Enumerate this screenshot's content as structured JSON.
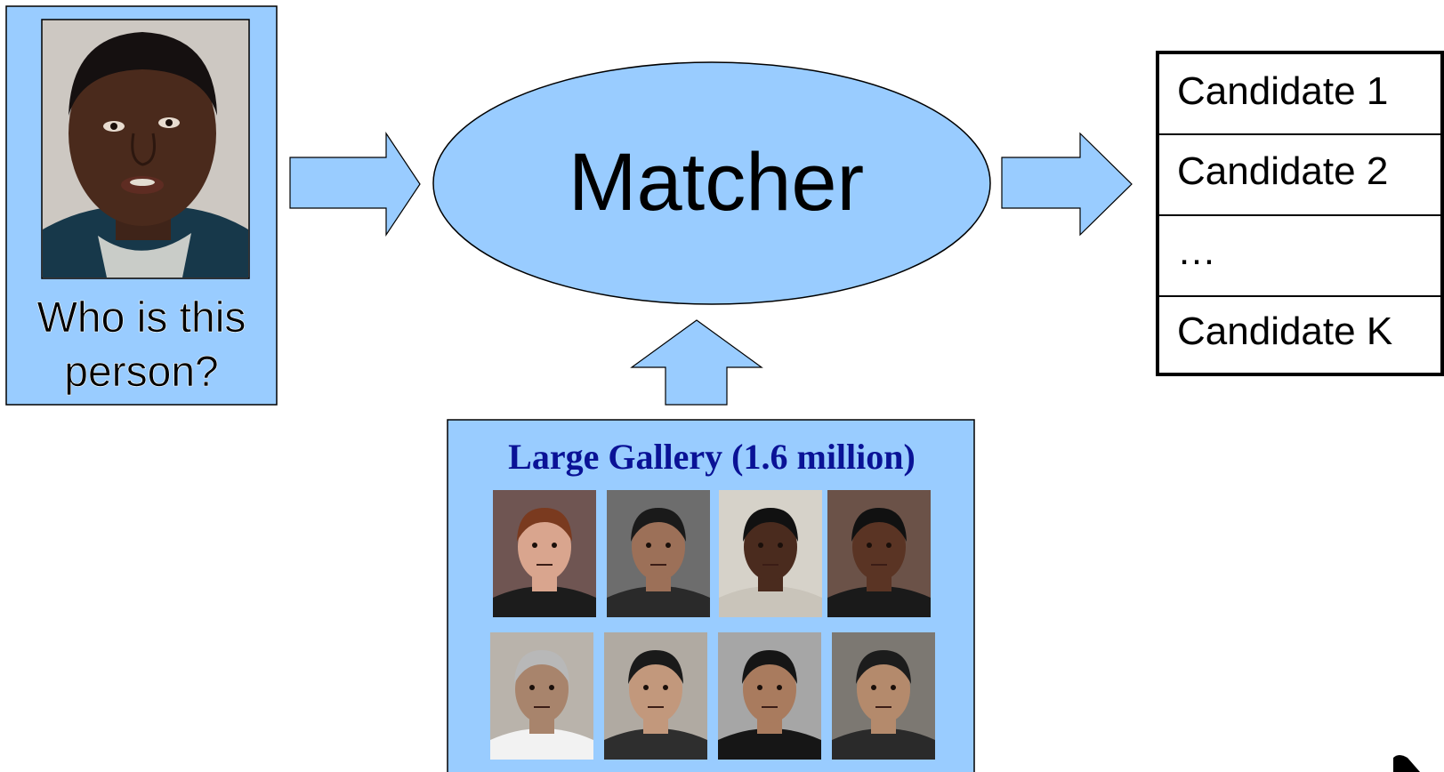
{
  "colors": {
    "box_fill": "#99ccff",
    "outline": "#000000",
    "gallery_title": "#0a1296",
    "background": "#ffffff"
  },
  "probe": {
    "caption_line1": "Who is this",
    "caption_line2": "person?",
    "photo_icon": "face-photo-icon"
  },
  "matcher": {
    "label": "Matcher"
  },
  "candidates": {
    "items": [
      "Candidate 1",
      "Candidate 2",
      "…",
      "Candidate K"
    ]
  },
  "gallery": {
    "title": "Large Gallery (1.6 million)",
    "photo_icon": "face-photo-icon",
    "photos": [
      {
        "skin": "#d9a58e",
        "hair": "#7a3a1f",
        "bg": "#6f5552",
        "shirt": "#1c1c1c"
      },
      {
        "skin": "#9c7058",
        "hair": "#1a1a1a",
        "bg": "#6d6d6d",
        "shirt": "#2a2a2a"
      },
      {
        "skin": "#4a2b1e",
        "hair": "#111111",
        "bg": "#d6d2c9",
        "shirt": "#c9c4ba"
      },
      {
        "skin": "#5a3424",
        "hair": "#111111",
        "bg": "#6b5248",
        "shirt": "#1a1a1a"
      },
      {
        "skin": "#a8846c",
        "hair": "#b8b8b8",
        "bg": "#b9b3ab",
        "shirt": "#f2f2f2"
      },
      {
        "skin": "#c2987c",
        "hair": "#1a1a1a",
        "bg": "#b0aaa2",
        "shirt": "#2e2e2e"
      },
      {
        "skin": "#a97b5e",
        "hair": "#151515",
        "bg": "#a6a6a6",
        "shirt": "#161616"
      },
      {
        "skin": "#b48a6c",
        "hair": "#1c1c1c",
        "bg": "#7c7872",
        "shirt": "#2a2a2a"
      }
    ]
  }
}
